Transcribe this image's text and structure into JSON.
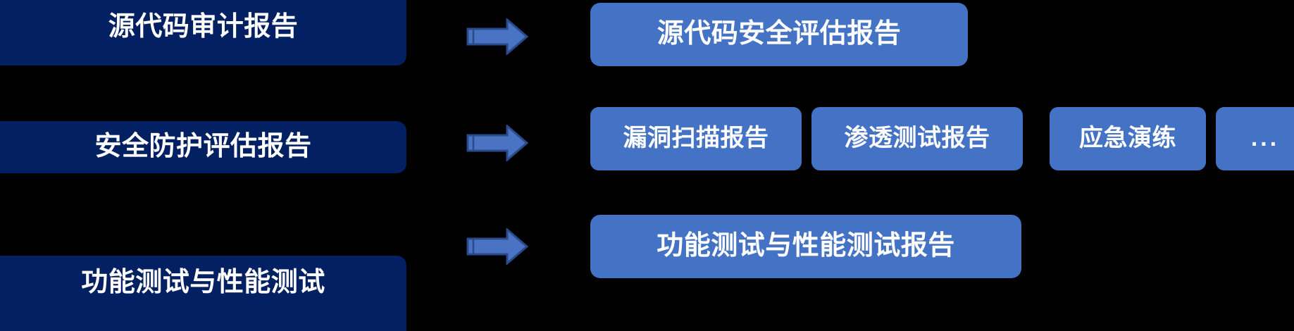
{
  "diagram": {
    "type": "mapping-flow",
    "background_color": "#000000",
    "colors": {
      "source_box": "#032062",
      "target_box": "#4472c4",
      "arrow_fill": "#4a73c4",
      "arrow_stroke": "#2a4a8a",
      "text": "#ffffff"
    },
    "rows": [
      {
        "id": "row-1",
        "source": {
          "label": "源代码审计报告"
        },
        "arrow": {
          "icon": "right-arrow-icon"
        },
        "targets": [
          {
            "label": "源代码安全评估报告"
          }
        ]
      },
      {
        "id": "row-2",
        "source": {
          "label": "安全防护评估报告"
        },
        "arrow": {
          "icon": "right-arrow-icon"
        },
        "targets": [
          {
            "label": "漏洞扫描报告"
          },
          {
            "label": "渗透测试报告"
          },
          {
            "label": "应急演练"
          },
          {
            "label": "..."
          }
        ]
      },
      {
        "id": "row-3",
        "source": {
          "label": "功能测试与性能测试"
        },
        "arrow": {
          "icon": "right-arrow-icon"
        },
        "targets": [
          {
            "label": "功能测试与性能测试报告"
          }
        ]
      }
    ]
  }
}
